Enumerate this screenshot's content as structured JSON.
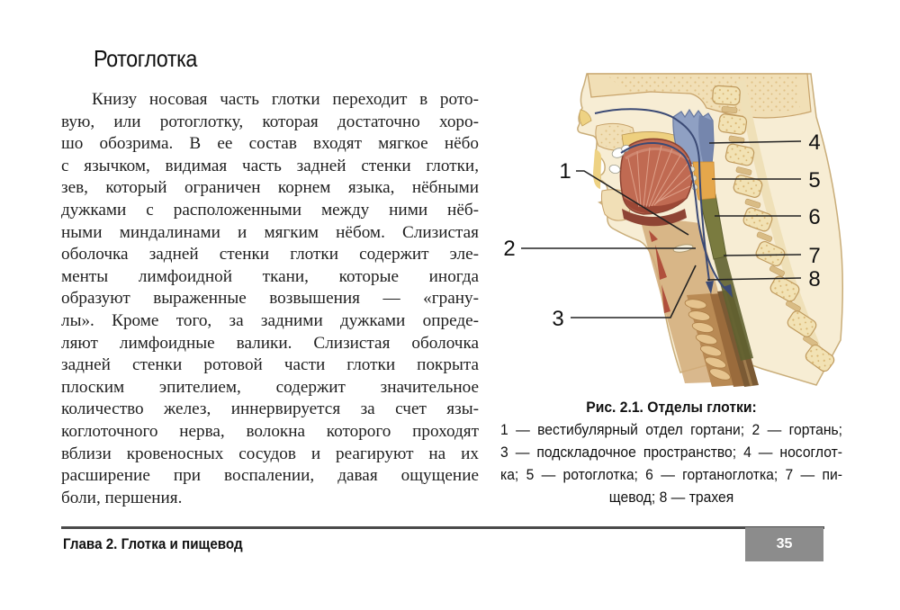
{
  "page": {
    "title": "Ротоглотка",
    "body_lines": [
      "Книзу носовая часть глотки переходит в рото-",
      "вую, или ротоглотку, которая достаточно хоро-",
      "шо обозрима. В ее состав входят мягкое нёбо",
      "с язычком, видимая часть задней стенки глотки,",
      "зев, который ограничен корнем языка, нёбными",
      "дужками с расположенными между ними нёб-",
      "ными миндалинами и мягким нёбом. Слизистая",
      "оболочка задней стенки глотки содержит эле-",
      "менты лимфоидной ткани, которые иногда",
      "образуют выраженные возвышения — «грану-",
      "лы». Кроме того, за задними дужками опреде-",
      "ляют лимфоидные валики. Слизистая оболочка",
      "задней стенки ротовой части глотки покрыта",
      "плоским эпителием, содержит значительное",
      "количество желез, иннервируется за счет язы-",
      "коглоточного нерва, волокна которого проходят",
      "вблизи кровеносных сосудов и реагируют на их",
      "расширение при воспалении, давая ощущение",
      "боли, першения."
    ],
    "figure": {
      "labels": [
        "1",
        "2",
        "3",
        "4",
        "5",
        "6",
        "7",
        "8"
      ],
      "legend": {
        "1": "вестибулярный отдел гортани",
        "2": "гортань",
        "3": "подскладочное пространство",
        "4": "носоглотка",
        "5": "ротоглотка",
        "6": "гортаноглотка",
        "7": "пищевод",
        "8": "трахея"
      },
      "caption_title": "Рис. 2.1. Отделы глотки:",
      "caption_lines": [
        "1 — вестибулярный отдел гортани; 2 — гортань;",
        "3 — подскладочное пространство; 4 — носоглот-",
        "ка; 5 — ротоглотка; 6 — гортаноглотка; 7 — пи-",
        "щевод; 8 — трахея"
      ]
    },
    "footer": {
      "chapter": "Глава 2. Глотка и пищевод",
      "page_number": "35"
    },
    "colors": {
      "page_background": "#ffffff",
      "text": "#1f1f1f",
      "footer_rule": "#4a4a4a",
      "page_badge": "#8c8c8c",
      "nasopharynx_blue": "#8fa0c3",
      "oropharynx_orange": "#e5a74b",
      "laryngopharynx_green": "#7a7b3f",
      "tongue_red": "#c06a52",
      "bone_cream": "#f2e2b4"
    }
  }
}
